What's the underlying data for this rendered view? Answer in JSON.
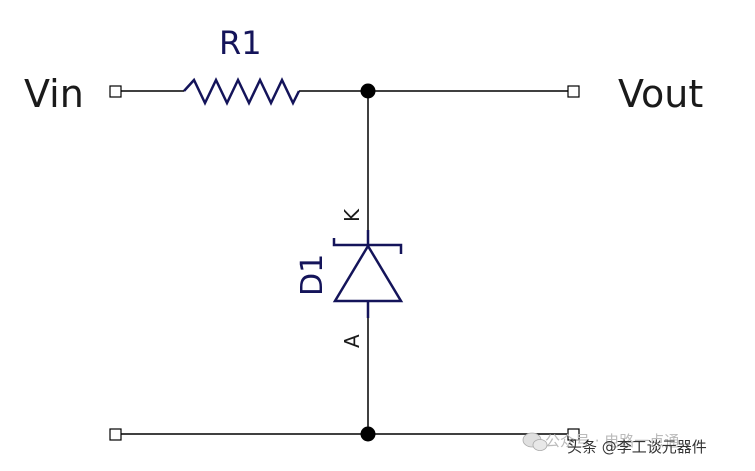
{
  "labels": {
    "vin": "Vin",
    "vout": "Vout",
    "resistor": "R1",
    "diode": "D1",
    "cathode": "K",
    "anode": "A"
  },
  "watermark": {
    "text": "头条 @李工谈元器件",
    "background_text": "公众号 · 电路一点通"
  },
  "colors": {
    "wire": "#000000",
    "component": "#14145a",
    "text": "#1a1a1a"
  }
}
